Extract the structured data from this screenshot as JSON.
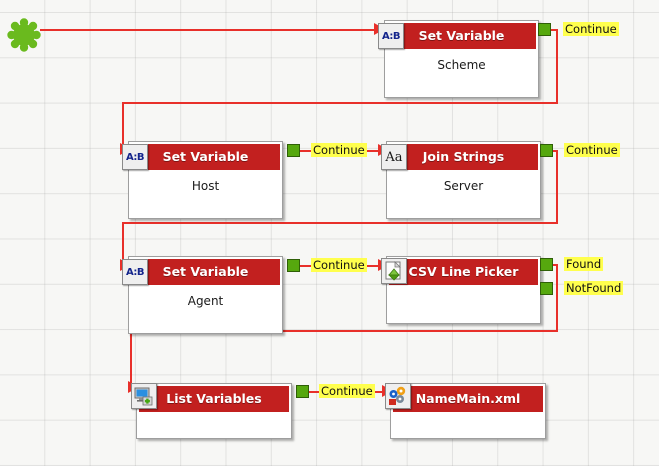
{
  "canvas": {
    "background_color": "#f7f7f5",
    "grid_color": "#c8c8c8",
    "wire_color": "#e8302a",
    "node_header_color": "#c2201f",
    "port_color": "#56a80e",
    "label_highlight_color": "#ffff4d"
  },
  "start": {
    "name": "start-node",
    "icon": "green-gear-icon",
    "color": "#6aba1e"
  },
  "nodes": [
    {
      "id": "set-variable-scheme",
      "title": "Set Variable",
      "subtitle": "Scheme",
      "icon": "ab-variable-icon",
      "icon_text": "A:B",
      "ports": [
        {
          "label": "Continue"
        }
      ]
    },
    {
      "id": "set-variable-host",
      "title": "Set Variable",
      "subtitle": "Host",
      "icon": "ab-variable-icon",
      "icon_text": "A:B",
      "ports": [
        {
          "label": "Continue"
        }
      ]
    },
    {
      "id": "join-strings-server",
      "title": "Join Strings",
      "subtitle": "Server",
      "icon": "aa-text-icon",
      "icon_text": "Aa",
      "ports": [
        {
          "label": "Continue"
        }
      ]
    },
    {
      "id": "set-variable-agent",
      "title": "Set Variable",
      "subtitle": "Agent",
      "icon": "ab-variable-icon",
      "icon_text": "A:B",
      "ports": [
        {
          "label": "Continue"
        }
      ]
    },
    {
      "id": "csv-line-picker",
      "title": "CSV Line Picker",
      "subtitle": "",
      "icon": "csv-document-icon",
      "icon_text": "",
      "ports": [
        {
          "label": "Found"
        },
        {
          "label": "NotFound"
        }
      ]
    },
    {
      "id": "list-variables",
      "title": "List Variables",
      "subtitle": "",
      "icon": "monitor-add-icon",
      "icon_text": "",
      "ports": [
        {
          "label": "Continue"
        }
      ]
    },
    {
      "id": "namemain-xml",
      "title": "NameMain.xml",
      "subtitle": "",
      "icon": "puzzle-gears-icon",
      "icon_text": "",
      "ports": []
    }
  ]
}
